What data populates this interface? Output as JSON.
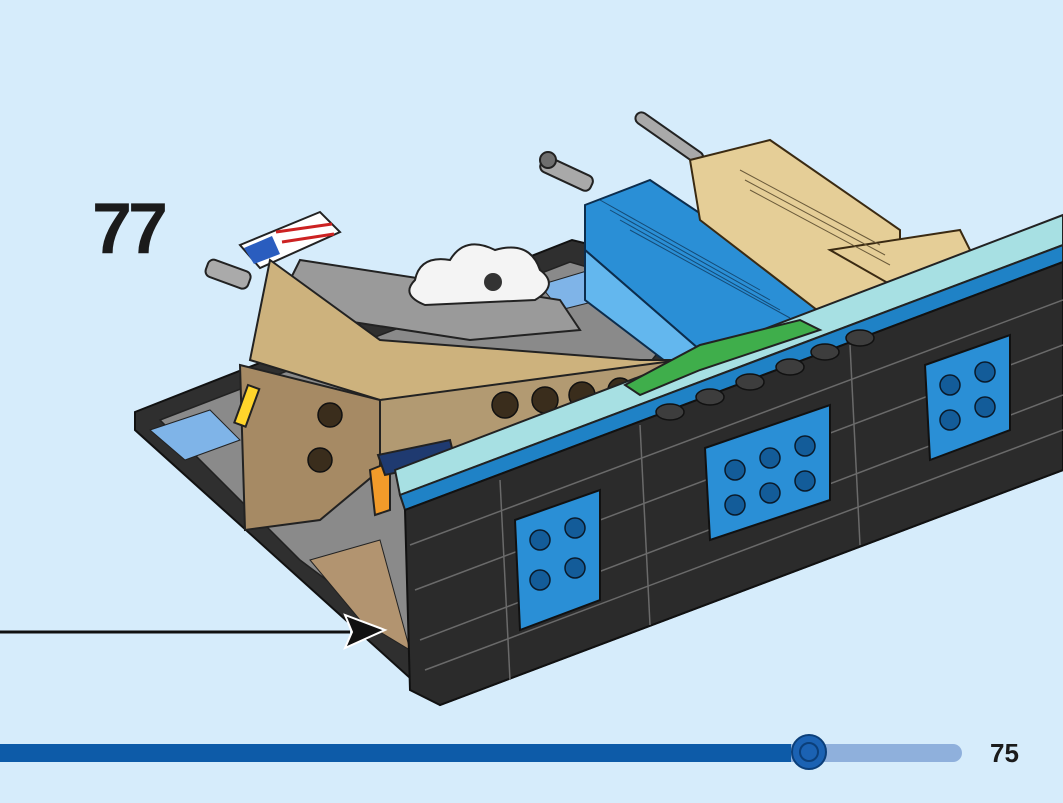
{
  "step": {
    "number": "77"
  },
  "page": {
    "number": "75"
  },
  "progress": {
    "fraction": 0.822
  },
  "colors": {
    "background": "#d6ecfb",
    "progress_fill": "#0d5ba8",
    "progress_track": "#8fb0dc",
    "brick_black": "#2b2b2b",
    "brick_tan": "#cdb27d",
    "brick_dark_tan": "#a68a64",
    "brick_blue": "#2a8fd6",
    "brick_gray": "#9a9a9a"
  },
  "icons": {
    "model": "lego-skyline-model-illustration",
    "arrow": "callout-arrow-icon",
    "flag": "us-flag-icon"
  }
}
